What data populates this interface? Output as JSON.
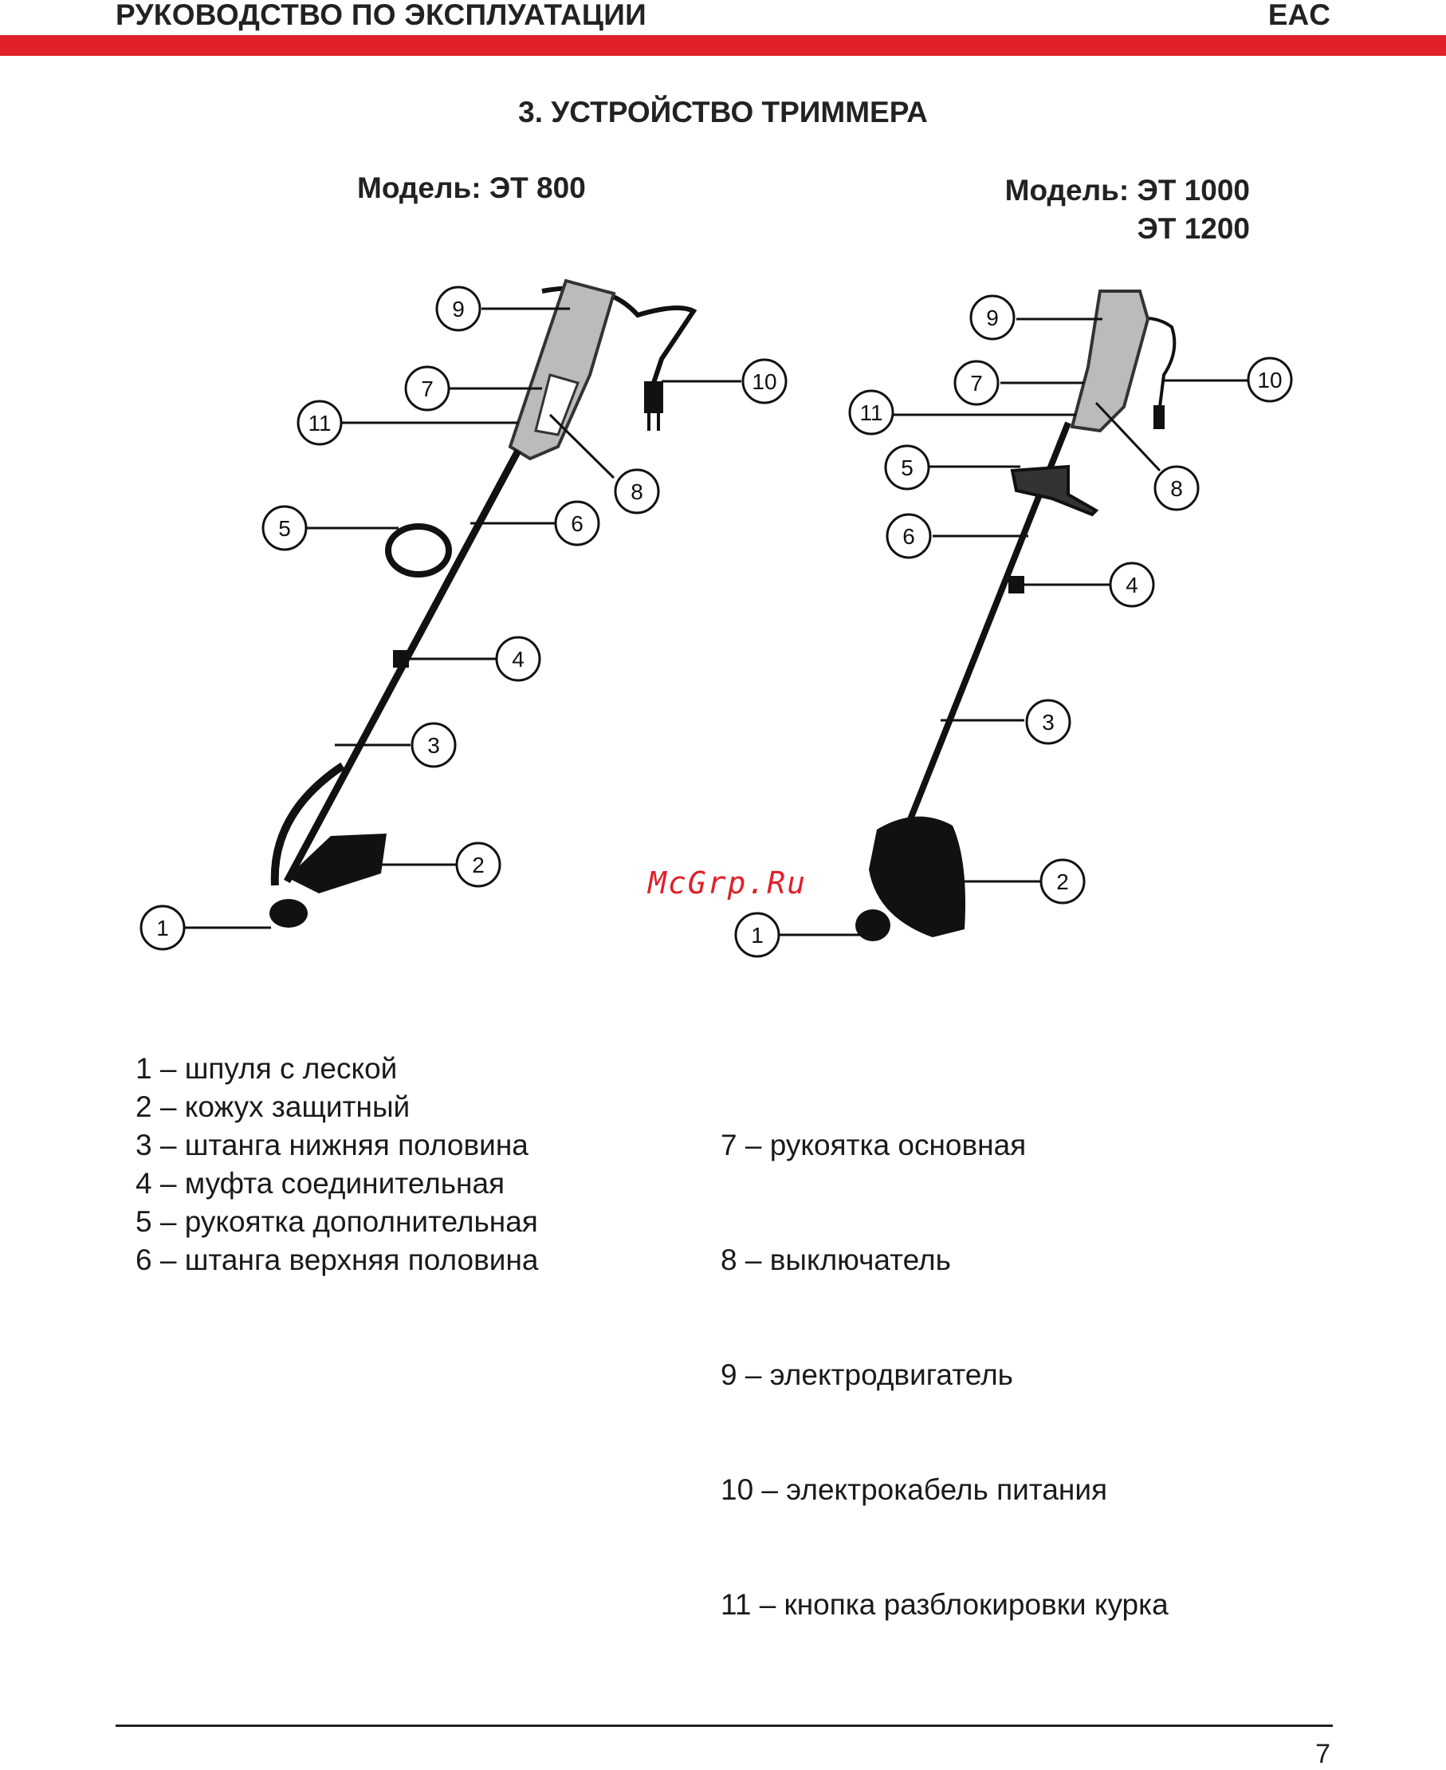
{
  "header": {
    "title": "РУКОВОДСТВО ПО ЭКСПЛУАТАЦИИ",
    "mark": "EAC"
  },
  "section_title": "3. УСТРОЙСТВО ТРИММЕРА",
  "models": {
    "left": "Модель: ЭТ 800",
    "right_line1": "Модель: ЭТ 1000",
    "right_line2": "ЭТ 1200"
  },
  "callouts_left": [
    "9",
    "7",
    "11",
    "10",
    "8",
    "5",
    "6",
    "4",
    "3",
    "2",
    "1"
  ],
  "callouts_right": [
    "9",
    "7",
    "11",
    "10",
    "5",
    "8",
    "6",
    "4",
    "3",
    "2",
    "1"
  ],
  "watermark": "McGrp.Ru",
  "legend_left": [
    "1 – шпуля с леской",
    "2 – кожух защитный",
    "3 – штанга нижняя половина",
    "4 – муфта соединительная",
    "5 – рукоятка дополнительная",
    "6 – штанга верхняя половина"
  ],
  "legend_right": [
    " 7 – рукоятка основная",
    " 8 – выключатель",
    " 9 – электродвигатель",
    "10 – электрокабель питания",
    "11 – кнопка разблокировки курка"
  ],
  "page_number": "7",
  "colors": {
    "accent": "#e0202a",
    "text": "#1a1a1a"
  }
}
